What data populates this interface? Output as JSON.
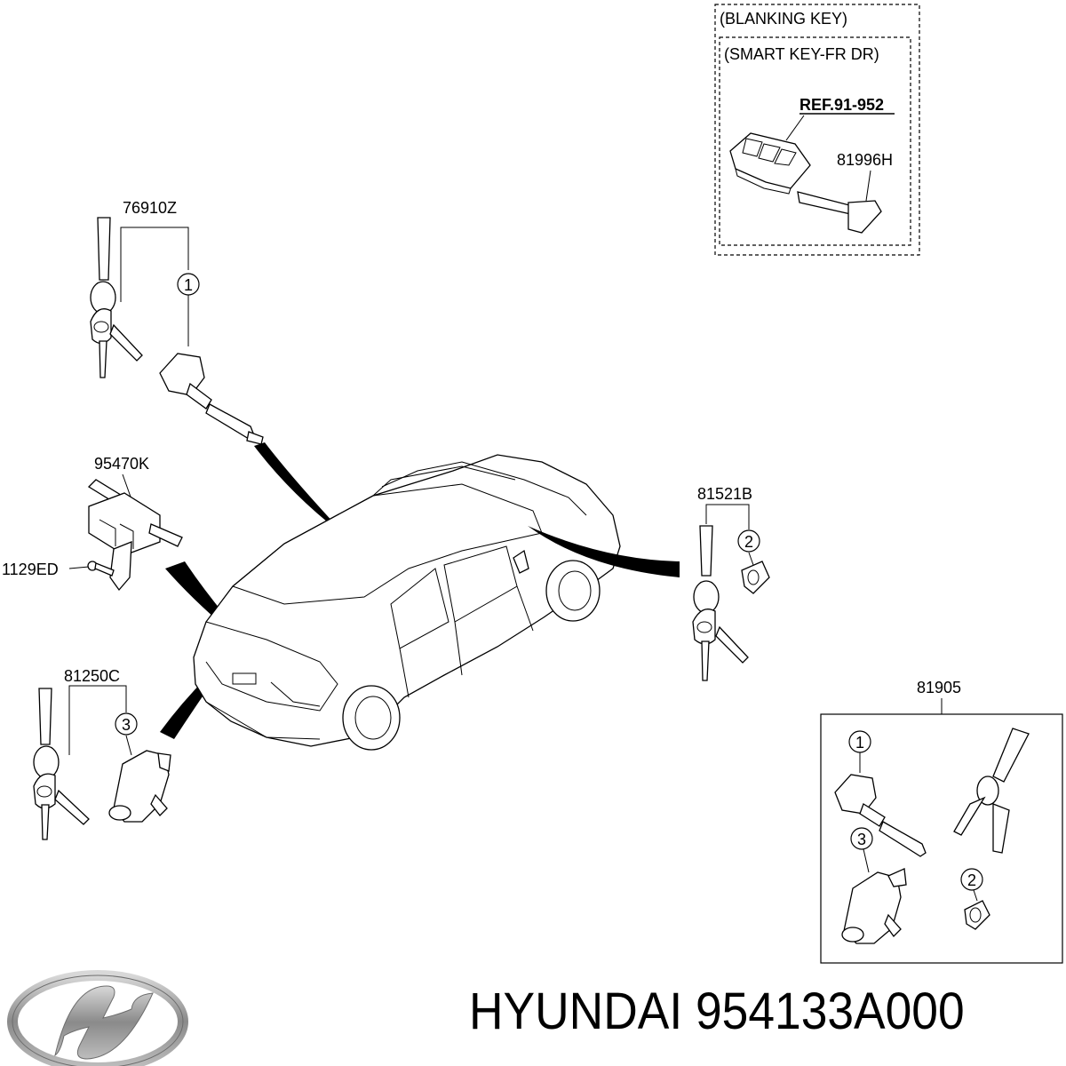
{
  "blanking_key_box": {
    "outer_label": "(BLANKING KEY)",
    "inner_label": "(SMART KEY-FR DR)",
    "ref_label": "REF.91-952",
    "part_label": "81996H"
  },
  "parts": {
    "door_lock": "76910Z",
    "module": "95470K",
    "screw": "1129ED",
    "trunk_lock": "81250C",
    "fuel_lock": "81521B",
    "lock_set": "81905"
  },
  "callouts": [
    "1",
    "2",
    "3"
  ],
  "footer": {
    "brand": "HYUNDAI",
    "part_number": "954133A000"
  },
  "logo": {
    "icon": "hyundai-logo-icon",
    "color": "#8a8a8a"
  }
}
